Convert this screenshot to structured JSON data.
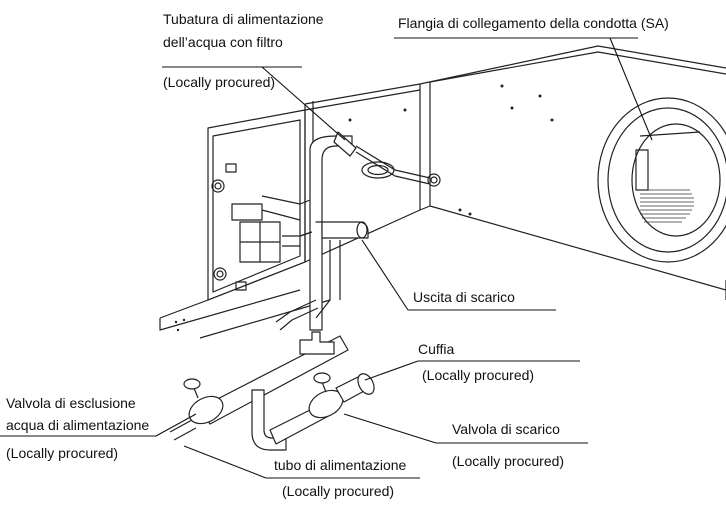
{
  "labels": {
    "water_supply_pipe_line1": "Tubatura di alimentazione",
    "water_supply_pipe_line2": "dell’acqua con filtro",
    "water_supply_pipe_note": "(Locally procured)",
    "duct_flange": "Flangia di collegamento della condotta (SA)",
    "drain_outlet": "Uscita di scarico",
    "cap": "Cuffia",
    "cap_note": "(Locally procured)",
    "shutoff_valve_line1": "Valvola di esclusione",
    "shutoff_valve_line2": "acqua di alimentazione",
    "shutoff_valve_note": "(Locally procured)",
    "drain_valve": "Valvola di scarico",
    "drain_valve_note": "(Locally procured)",
    "supply_tube": "tubo di alimentazione",
    "supply_tube_note": "(Locally procured)"
  }
}
